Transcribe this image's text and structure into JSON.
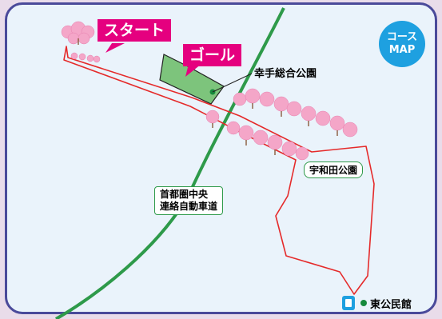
{
  "badge": {
    "line1": "コース",
    "line2": "MAP"
  },
  "labels": {
    "start": "スタート",
    "goal": "ゴール",
    "kouen1": "幸手総合公園",
    "kouen2": "宇和田公園",
    "road_line1": "首都圏中央",
    "road_line2": "連絡自動車道",
    "hall": "東公民館"
  },
  "icons": {
    "toilet": "toilet-icon",
    "tree": "cherry-blossom-icon"
  },
  "colors": {
    "route": "#e52a2a",
    "expressway": "#2e9a4a",
    "park": "#7dc47c",
    "callout": "#e5007f",
    "badge": "#1ea0e0",
    "frame": "#4a4a9a"
  }
}
